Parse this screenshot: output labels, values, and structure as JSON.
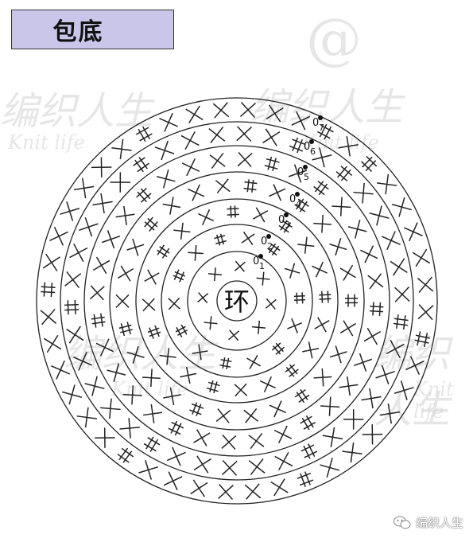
{
  "title": "包底",
  "center_label": "环",
  "footer": {
    "account_name": "编织人生",
    "icon": "wechat-icon"
  },
  "watermark": {
    "text_cn": "编织人生",
    "text_en": "Knit life"
  },
  "round_markers": [
    "1",
    "2",
    "3",
    "4",
    "5",
    "6",
    "7"
  ],
  "colors": {
    "title_bg": "#c9c6ea",
    "stroke": "#222222",
    "watermark": "#d0d0d0"
  }
}
